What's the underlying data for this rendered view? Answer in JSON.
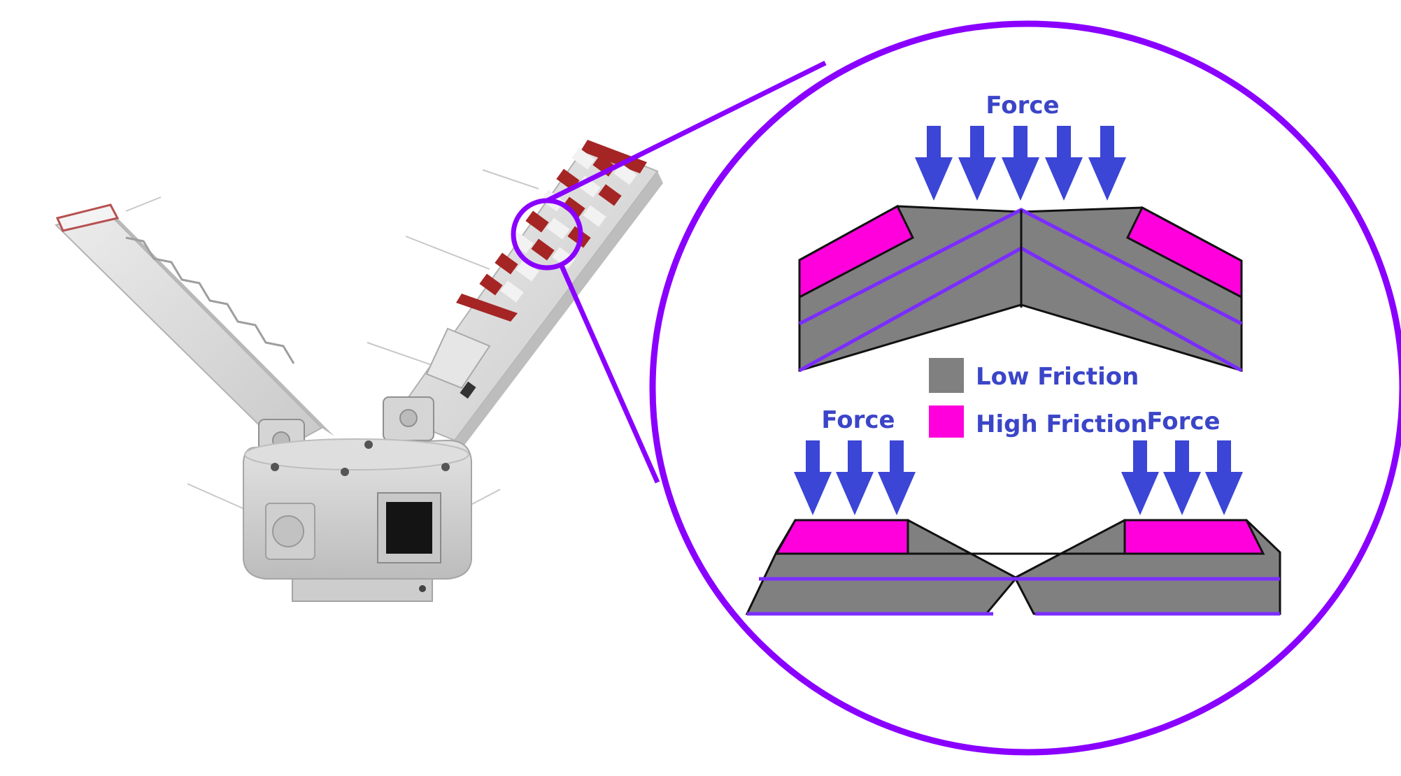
{
  "figure": {
    "colors": {
      "ring": "#8a00ff",
      "arrow": "#3b45d6",
      "low_friction": "#808080",
      "high_friction": "#ff00dd",
      "line": "#7b2cff",
      "text": "#3b45c8"
    }
  },
  "legend": {
    "items": [
      {
        "label": "Low Friction",
        "color": "#808080"
      },
      {
        "label": "High Friction",
        "color": "#ff00dd"
      }
    ]
  },
  "labels": {
    "force_top": "Force",
    "force_bottom_left": "Force",
    "force_bottom_right": "Force"
  },
  "icons": [
    "gripper-render-image",
    "magnifier-circle",
    "down-arrow-icon"
  ]
}
